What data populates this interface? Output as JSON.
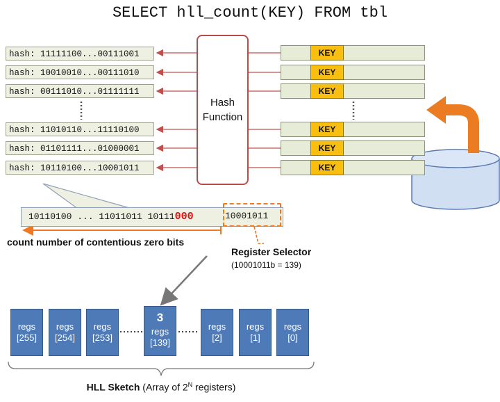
{
  "title": "SELECT hll_count(KEY) FROM tbl",
  "hashes": [
    "hash: 11111100...00111001",
    "hash: 10010010...00111010",
    "hash: 00111010...01111111",
    "hash: 11010110...11110100",
    "hash: 01101111...01000001",
    "hash: 10110100...10001011"
  ],
  "key_label": "KEY",
  "hash_function": {
    "line1": "Hash",
    "line2": "Function"
  },
  "bitstring": {
    "prefix": "10110100 ... 11011011 10111",
    "zeros": "000",
    "selector_bits": "10001011"
  },
  "zero_bits_caption": "count number of contentious zero bits",
  "register_selector": {
    "label": "Register Selector",
    "detail": "(10001011b = 139)"
  },
  "registers": [
    {
      "label": "regs",
      "index": "[255]"
    },
    {
      "label": "regs",
      "index": "[254]"
    },
    {
      "label": "regs",
      "index": "[253]"
    },
    {
      "label": "regs",
      "index": "[139]",
      "value": "3"
    },
    {
      "label": "regs",
      "index": "[2]"
    },
    {
      "label": "regs",
      "index": "[1]"
    },
    {
      "label": "regs",
      "index": "[0]"
    }
  ],
  "sketch_caption": {
    "bold": "HLL Sketch",
    "rest": " (Array of 2",
    "sup": "N",
    "end": " registers)"
  },
  "colors": {
    "arrow_red": "#c0504d",
    "key_yellow": "#f8be10",
    "register_blue": "#4f7ab8",
    "accent_orange": "#f07820"
  }
}
